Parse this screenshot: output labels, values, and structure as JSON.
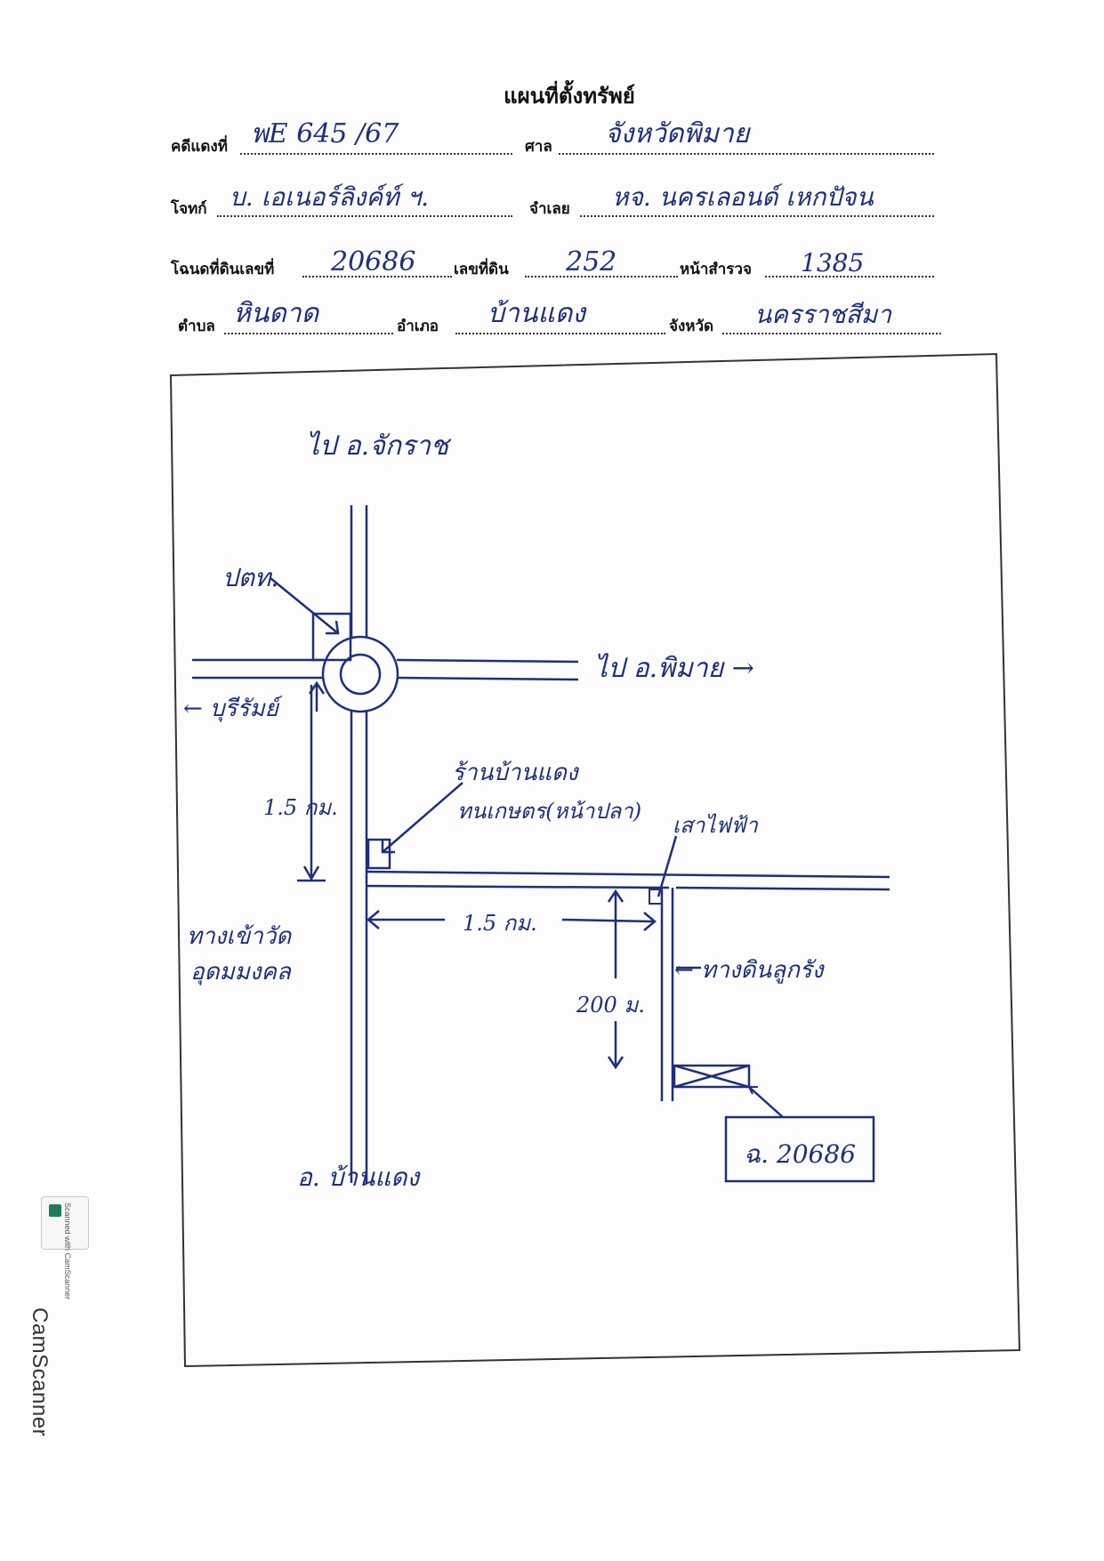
{
  "form": {
    "title": "แผนที่ตั้งทรัพย์",
    "fields": {
      "case_no": {
        "label": "คดีแดงที่",
        "value": "พE 645 /67"
      },
      "court": {
        "label": "ศาล",
        "value": "จังหวัดพิมาย"
      },
      "plaintiff": {
        "label": "โจทก์",
        "value": "บ. เอเนอร์ลิงค์ท์ ฯ."
      },
      "defendant": {
        "label": "จำเลย",
        "value": "หจ. นครเลอนด์ เหกปัจน"
      },
      "deed_no": {
        "label": "โฉนดที่ดินเลขที่",
        "value": "20686"
      },
      "land_no": {
        "label": "เลขที่ดิน",
        "value": "252"
      },
      "survey_page": {
        "label": "หน้าสำรวจ",
        "value": "1385"
      },
      "subdistrict": {
        "label": "ตำบล",
        "value": "หินดาด"
      },
      "district": {
        "label": "อำเภอ",
        "value": "บ้านแดง"
      },
      "province": {
        "label": "จังหวัด",
        "value": "นครราชสีมา"
      }
    }
  },
  "map": {
    "to_north": "ไป อ.จักราช",
    "ptt": "ปตท.",
    "to_east": "ไป อ.พิมาย →",
    "to_west": "← บุรีรัมย์",
    "dist_vertical": "1.5 กม.",
    "shop": "ร้านบ้านแดง",
    "shop_sub": "ทนเกษตร(หน้าปลา)",
    "pole": "เสาไฟฟ้า",
    "temple": "ทางเข้าวัด",
    "temple_sub": "อุดมมงคล",
    "dist_horizontal": "1.5 กม.",
    "dist_200": "200 ม.",
    "dirt_road": "← ทางดินลูกรัง",
    "parcel_label": "ฉ. 20686",
    "to_south": "อ. บ้านแดง"
  },
  "watermark": {
    "badge": "Scanned with CamScanner",
    "vertical": "CamScanner"
  },
  "colors": {
    "ink": "#1f2f7a",
    "print": "#111111"
  }
}
